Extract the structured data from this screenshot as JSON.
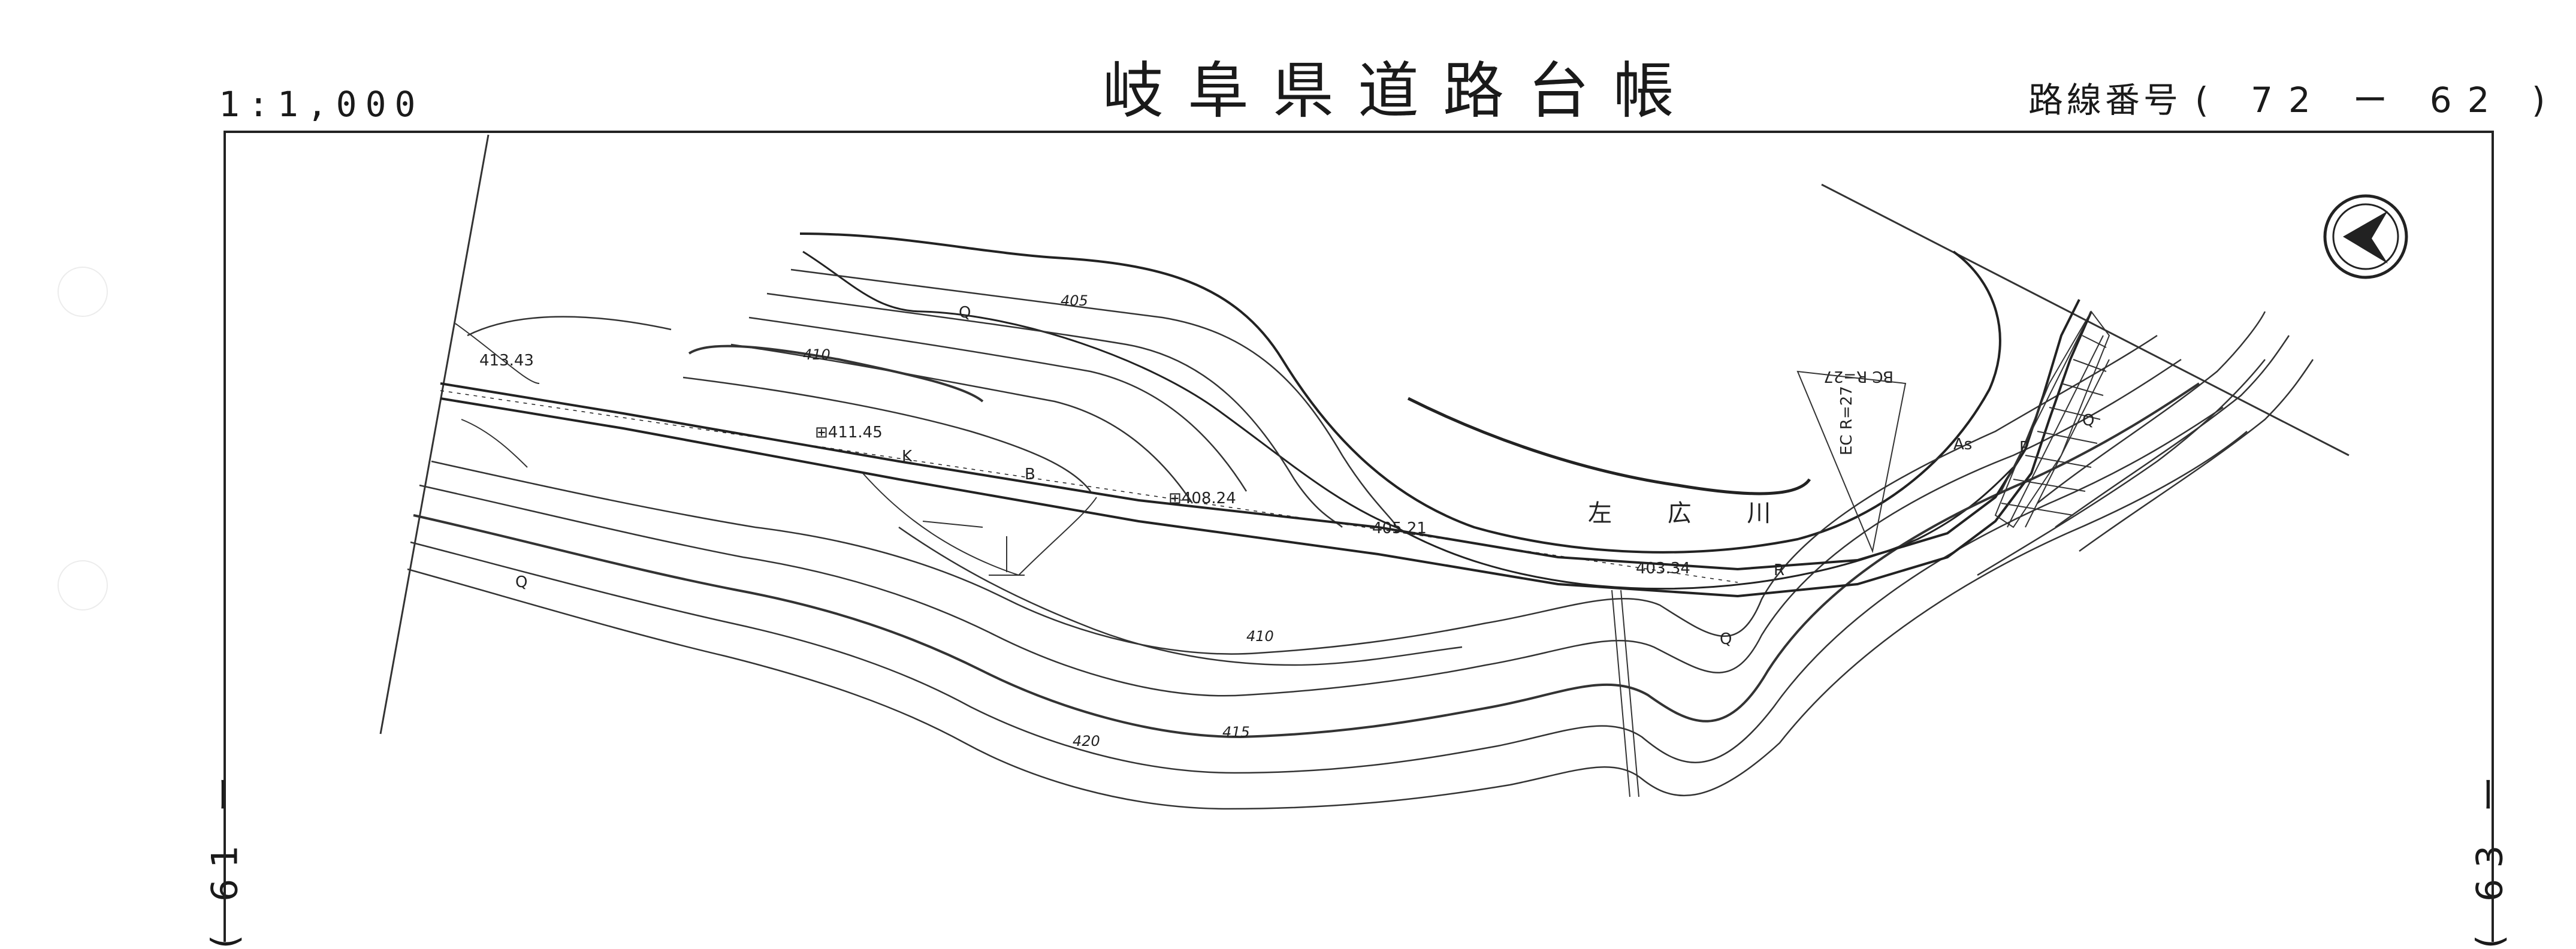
{
  "header": {
    "scale": "1:1,000",
    "title": "岐阜県道路台帳",
    "route_label": "路線番号",
    "route_number": "( 72 ー 62 )"
  },
  "side_labels": {
    "left": "( 61 ー",
    "right": "( 63 ー"
  },
  "map": {
    "north_arrow": "north-arrow-icon",
    "river_name": "左 広 川",
    "curve_label_1": "BC R=27",
    "curve_label_2": "EC R=27",
    "elevations": [
      "413.43",
      "411.45",
      "408.24",
      "405.21",
      "403.34"
    ],
    "contours": [
      "410",
      "405",
      "410",
      "415",
      "420"
    ],
    "symbols": [
      "Q",
      "K",
      "B",
      "As",
      "P",
      "R"
    ]
  }
}
